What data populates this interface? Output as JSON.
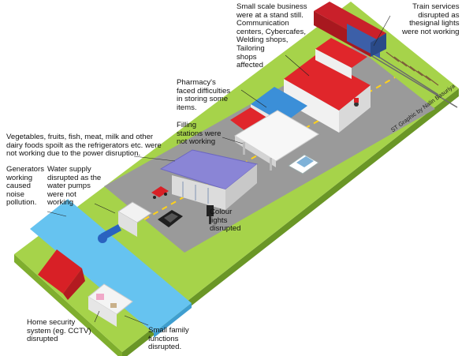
{
  "colors": {
    "grass": "#a6d34a",
    "grass_side": "#7fae2e",
    "road": "#9a9a9a",
    "road_line": "#ffd21a",
    "water": "#66c3f0",
    "roof_red": "#e0262b",
    "roof_purple": "#8a85d6",
    "roof_blue": "#3b8fd8",
    "rail": "#6b6b6b"
  },
  "labels": {
    "small_business": "Small scale business\nwere at a stand still.\nCommunication\ncenters, Cybercafes,\nWelding shops,\nTailoring\nshops\naffected",
    "train": "Train services\ndisrupted as\nthesignal lights\nwere not working",
    "pharmacy": "Pharmacy's\nfaced difficulties\nin storing some\nitems.",
    "filling": "Filling\nstations were\nnot working",
    "foods": "Vegetables, fruits, fish, meat, milk and other\ndairy foods spoilt as the refrigerators etc. were\nnot working due to  the power  disruption.",
    "generators": "Generators\nworking\ncaused\nnoise\npollution.",
    "water_supply": "Water supply\ndisrupted as the\nwater pumps\nwere not\nworking",
    "colour_lights": "Colour\nlights\ndisrupted",
    "home_security": "Home security\nsystem (eg. CCTV)\ndisrupted",
    "family": "Small family\nfunctions\ndisrupted."
  },
  "credit": "ST Graphic by Nalin Basuriya"
}
